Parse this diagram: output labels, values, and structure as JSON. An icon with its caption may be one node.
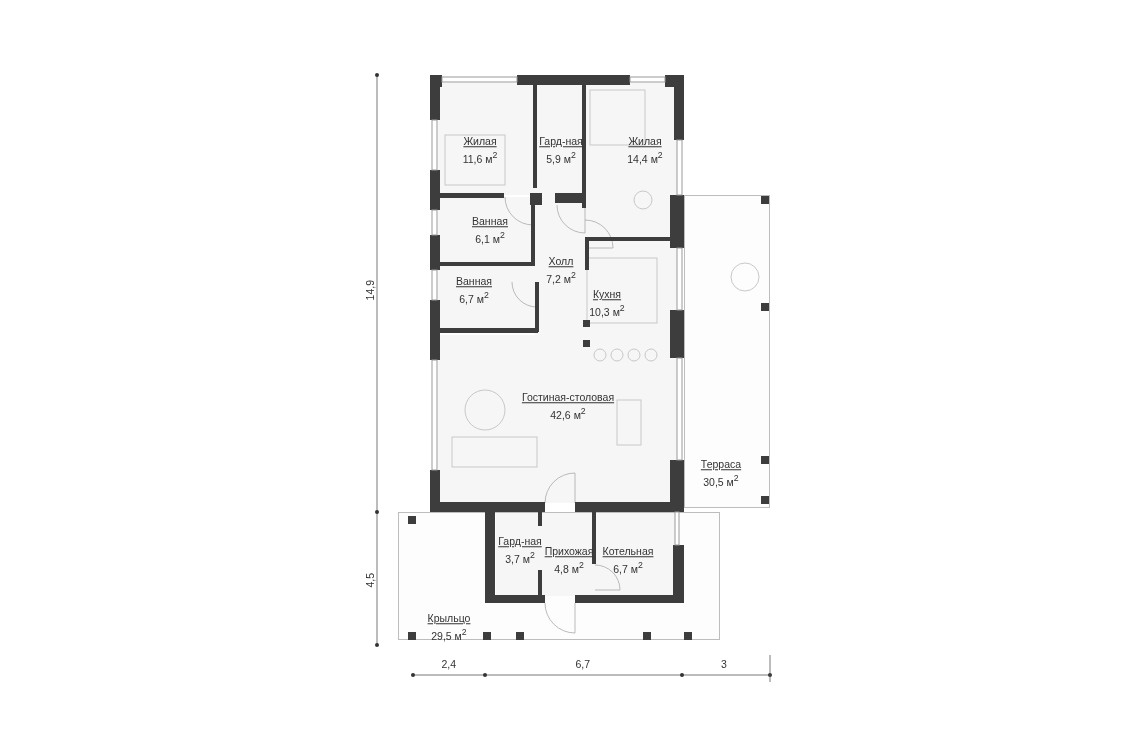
{
  "diagram": {
    "nodes": [
      {
        "text": [
          "Жилая",
          "11,6 м$^{2}$"
        ]
      },
      {
        "text": [
          "Гард-ная",
          "5,9 м$^{2}$"
        ]
      },
      {
        "text": [
          "Жилая",
          "14,4 м$^{2}$"
        ]
      },
      {
        "text": [
          "Ванная",
          "6,1 м$^{2}$"
        ]
      },
      {
        "text": [
          "Ванная",
          "6,7 м$^{2}$"
        ]
      },
      {
        "text": [
          "Холл",
          "7,2 м$^{2}$"
        ]
      },
      {
        "text": [
          "Кухня",
          "10,3 м$^{2}$"
        ]
      },
      {
        "text": [
          "Гостиная-столовая",
          "42,6 м$^{2}$"
        ]
      },
      {
        "text": [
          "Терраса",
          "30,5 м$^{2}$"
        ]
      },
      {
        "text": [
          "Крыльцо",
          "29,5 м$^{2}$"
        ]
      },
      {
        "text": [
          "Гард-ная",
          "3,7 м$^{2}$"
        ],
        "in": 9
      },
      {
        "text": [
          "Прихожая",
          "4,8 м$^{2}$"
        ],
        "in": 9
      },
      {
        "text": [
          "Котельная",
          "6,7 м$^{2}$"
        ],
        "in": 9
      }
    ],
    "labels": [
      "14,9",
      "4,5",
      "2,4",
      "6,7",
      "3"
    ]
  }
}
